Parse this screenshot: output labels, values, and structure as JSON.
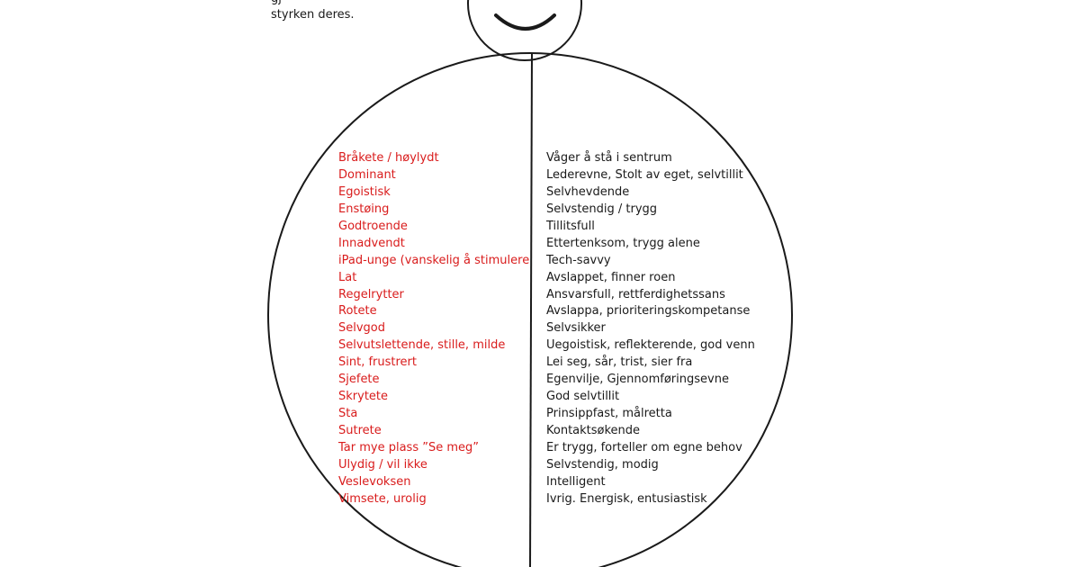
{
  "caption": {
    "lines": [
      "gj",
      "styrken deres."
    ]
  },
  "traits": {
    "negative": [
      "Bråkete / høylydt",
      "Dominant",
      "Egoistisk",
      "Enstøing",
      "Godtroende",
      "Innadvendt",
      "iPad-unge (vanskelig å stimulere",
      "Lat",
      "Regelrytter",
      "Rotete",
      "Selvgod",
      "Selvutslettende, stille, milde",
      "Sint, frustrert",
      "Sjefete",
      "Skrytete",
      "Sta",
      "Sutrete",
      "Tar mye plass ”Se meg”",
      "Ulydig / vil ikke",
      "Veslevoksen",
      "Vimsete, urolig"
    ],
    "positive": [
      "Våger å stå i sentrum",
      "Lederevne, Stolt av eget, selvtillit",
      "Selvhevdende",
      "Selvstendig / trygg",
      "Tillitsfull",
      "Ettertenksom, trygg alene",
      "Tech-savvy",
      "Avslappet, finner roen",
      "Ansvarsfull, rettferdighetssans",
      "Avslappa, prioriteringskompetanse",
      "Selvsikker",
      "Uegoistisk, reflekterende, god venn",
      "Lei seg, sår, trist, sier fra",
      "Egenvilje, Gjennomføringsevne",
      "God selvtillit",
      "Prinsippfast, målretta",
      "Kontaktsøkende",
      "Er trygg, forteller om egne behov",
      "Selvstendig, modig",
      "Intelligent",
      "Ivrig. Energisk, entusiastisk"
    ]
  },
  "colors": {
    "negative_text": "#d91c1c",
    "positive_text": "#1a1a1a",
    "line": "#1a1a1a"
  }
}
